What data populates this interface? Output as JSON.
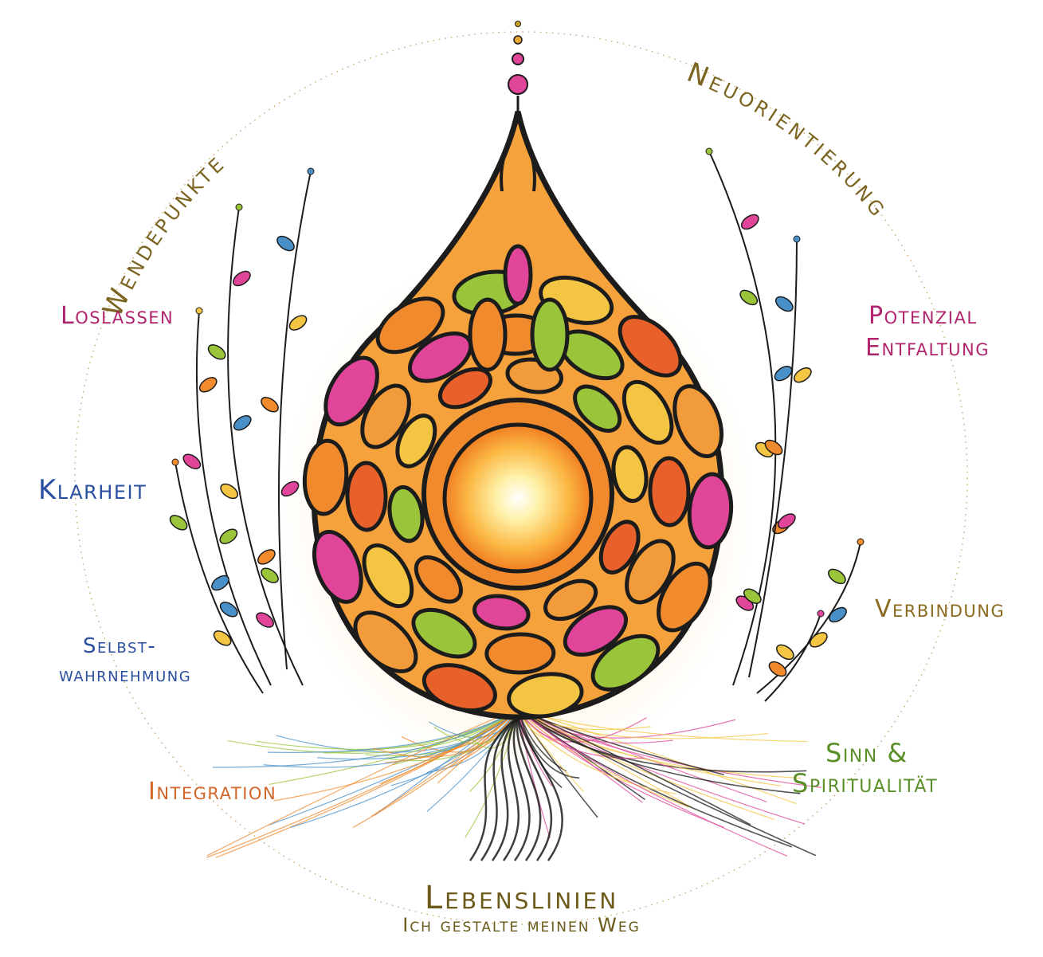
{
  "title": "Lebenslinien",
  "subtitle": "Ich gestalte meinen Weg",
  "arc_labels": {
    "left": "Wendepunkte",
    "right": "Neuorientierung"
  },
  "left_labels": [
    {
      "text": "Loslassen",
      "color": "#b0246e"
    },
    {
      "text": "Klarheit",
      "color": "#2b4fa0"
    },
    {
      "text": "Selbst-",
      "color": "#2b4fa0"
    },
    {
      "text": "wahrnehmung",
      "color": "#2b4fa0"
    },
    {
      "text": "Integration",
      "color": "#d2662a"
    }
  ],
  "right_labels": [
    {
      "text": "Potenzial",
      "color": "#b0246e"
    },
    {
      "text": "Entfaltung",
      "color": "#b0246e"
    },
    {
      "text": "Verbindung",
      "color": "#8a6a1e"
    },
    {
      "text": "Sinn &",
      "color": "#5a8f2a"
    },
    {
      "text": "Spiritualität",
      "color": "#5a8f2a"
    }
  ],
  "colors": {
    "title": "#6b5a1a",
    "arc": "#7a6420",
    "ink": "#1c1c1c",
    "core": "#ffe27a",
    "orange": "#f08a2c",
    "pink": "#e0459a",
    "green": "#9ac43a",
    "yellow": "#f4c542",
    "blue": "#4a90c8"
  }
}
